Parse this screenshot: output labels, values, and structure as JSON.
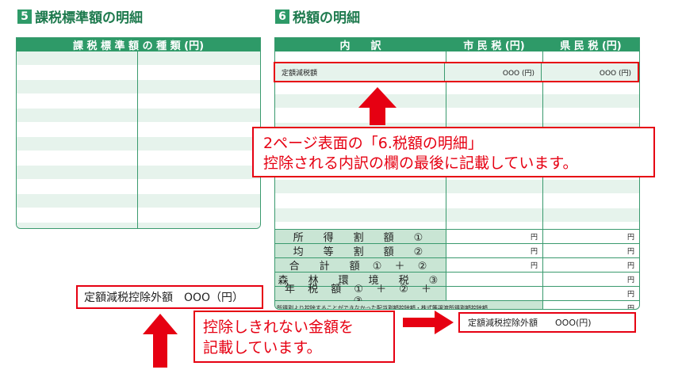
{
  "section5": {
    "num": "5",
    "title": "課税標準額の明細",
    "header": "課 税 標 準 額 の 種 類 (円)"
  },
  "section6": {
    "num": "6",
    "title": "税額の明細",
    "headers": [
      "内　　訳",
      "市 民 税 (円)",
      "県 民 税 (円)"
    ],
    "highlight_row": {
      "label": "定額減税額",
      "city": "OOO (円)",
      "pref": "OOO (円)"
    },
    "calc_rows": [
      {
        "label": "所　得　割　額　①",
        "city": "円",
        "pref": "円"
      },
      {
        "label": "均　等　割　額　②",
        "city": "円",
        "pref": "円"
      },
      {
        "label": "合　計　額 ① ＋ ②",
        "city": "円",
        "pref": "円"
      },
      {
        "label": "森　林　環　境　税　③",
        "city": "",
        "pref": "円"
      },
      {
        "label": "年 税 額 ① ＋ ② ＋ ③",
        "city": "",
        "pref": "円"
      }
    ],
    "last_row": {
      "label": "所得割より控除することができなかった配当割額控除額・株式等譲渡所得割額控除額",
      "pref": "円"
    }
  },
  "callouts": {
    "top_line1": "2ページ表面の「6.税額の明細」",
    "top_line2": "控除される内訳の欄の最後に記載しています。",
    "left_box": "定額減税控除外額　OOO（円）",
    "middle_line1": "控除しきれない金額を",
    "middle_line2": "記載しています。",
    "right_box": "定額減税控除外額　　OOO(円)"
  },
  "colors": {
    "green": "#2e9a68",
    "light_green": "#e6f3ec",
    "red": "#e60012"
  }
}
